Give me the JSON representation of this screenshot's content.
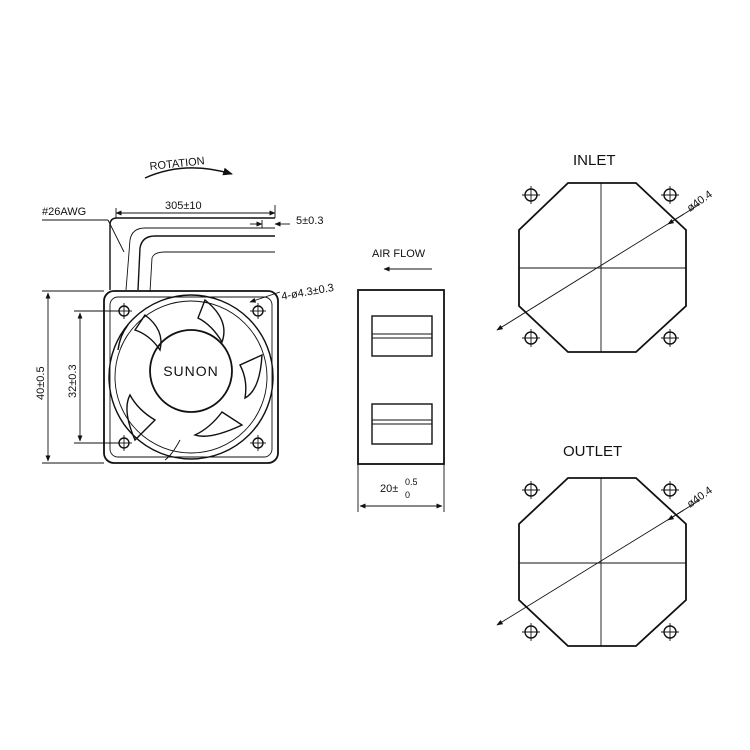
{
  "brand_label": "SUNON",
  "labels": {
    "rotation": "ROTATION",
    "wire_gauge": "#26AWG",
    "lead_length": "305±10",
    "strip_length": "5±0.3",
    "mount_holes": "4-ø4.3±0.3",
    "frame_size": "40±0.5",
    "hole_pitch": "32±0.3",
    "air_flow": "AIR FLOW",
    "thickness_base": "20±",
    "thickness_upper": "0.5",
    "thickness_lower": "0",
    "inlet_title": "INLET",
    "outlet_title": "OUTLET",
    "inlet_diameter": "ø40.4",
    "outlet_diameter": "ø40.4"
  },
  "colors": {
    "line": "#111111",
    "background": "#ffffff"
  }
}
